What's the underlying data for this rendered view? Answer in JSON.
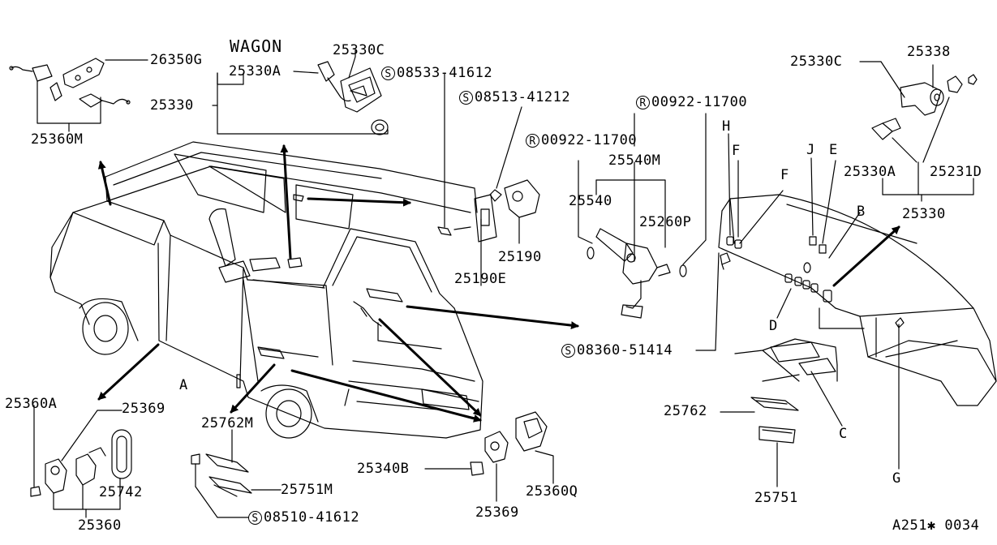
{
  "diagram": {
    "variant_label": "WAGON",
    "figure_code": "A251✱ 0034",
    "parts": {
      "p26350G": "26350G",
      "p25360M": "25360M",
      "p25330A_top": "25330A",
      "p25330C_top": "25330C",
      "p25330_top": "25330",
      "s08533": "08533-41612",
      "s08513": "08513-41212",
      "r00922_a": "00922-11700",
      "r00922_b": "00922-11700",
      "p25540M": "25540M",
      "p25540": "25540",
      "p25260P": "25260P",
      "p25190": "25190",
      "p25190E": "25190E",
      "p25330C_right": "25330C",
      "p25338": "25338",
      "p25330A_right": "25330A",
      "p25231D": "25231D",
      "p25330_right": "25330",
      "s08360": "08360-51414",
      "p25360A": "25360A",
      "p25369_left": "25369",
      "p25742": "25742",
      "p25360": "25360",
      "p25762M": "25762M",
      "p25751M": "25751M",
      "s08510": "08510-41612",
      "p25340B": "25340B",
      "p25369_bottom": "25369",
      "p25360Q": "25360Q",
      "p25762": "25762",
      "p25751": "25751"
    },
    "symbols": {
      "screw": "S",
      "rivet": "R"
    },
    "letters": {
      "A": "A",
      "B": "B",
      "C": "C",
      "D": "D",
      "E": "E",
      "F1": "F",
      "F2": "F",
      "G": "G",
      "H": "H",
      "J": "J"
    }
  }
}
